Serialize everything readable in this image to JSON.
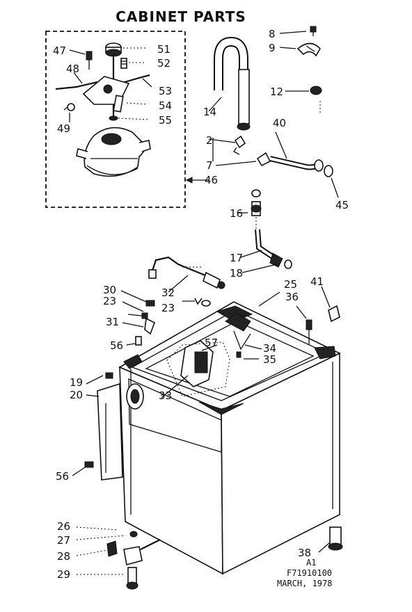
{
  "title": "CABINET PARTS",
  "labels": {
    "p47": "47",
    "p48": "48",
    "p49": "49",
    "p51": "51",
    "p52": "52",
    "p53": "53",
    "p54": "54",
    "p55": "55",
    "p46": "46",
    "p14": "14",
    "p8": "8",
    "p9": "9",
    "p12": "12",
    "p2": "2",
    "p7": "7",
    "p40": "40",
    "p45": "45",
    "p16": "16",
    "p17": "17",
    "p18": "18",
    "p30": "30",
    "p23a": "23",
    "p23b": "23",
    "p32": "32",
    "p31": "31",
    "p56a": "56",
    "p57": "57",
    "p34": "34",
    "p35": "35",
    "p25": "25",
    "p36": "36",
    "p41": "41",
    "p19": "19",
    "p20": "20",
    "p33": "33",
    "p56b": "56",
    "p26": "26",
    "p27": "27",
    "p28": "28",
    "p29": "29",
    "p38": "38"
  },
  "footer": {
    "line1": "A1",
    "line2": "F71910100",
    "line3": "MARCH, 1978"
  }
}
